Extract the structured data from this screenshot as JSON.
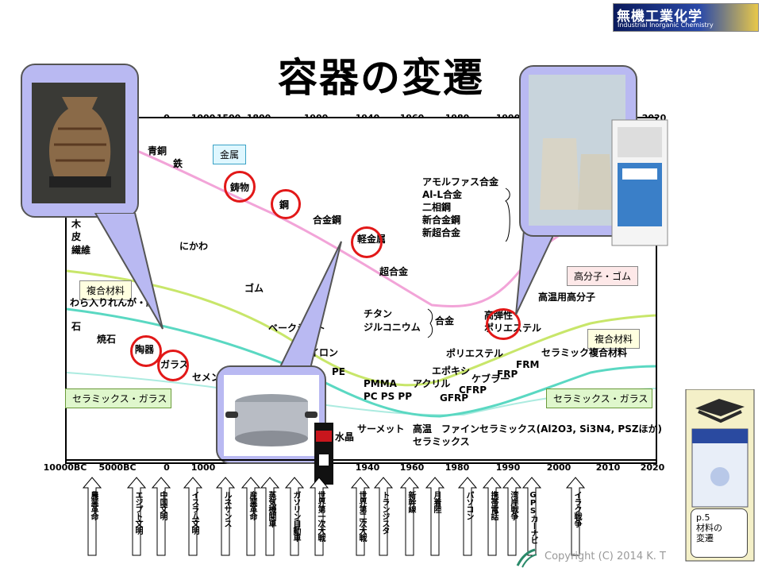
{
  "header": {
    "title": "容器の変遷",
    "brand_main": "無機工業化学",
    "brand_sub": "Industrial Inorganic Chemistry"
  },
  "axis_top": {
    "ticks": [
      "0",
      "1000",
      "1500",
      "1800",
      "1900",
      "1940",
      "1960",
      "1980",
      "1990",
      "2020"
    ]
  },
  "axis_bottom": {
    "ticks": [
      "10000BC",
      "5000BC",
      "0",
      "1000",
      "1940",
      "1960",
      "1980",
      "1990",
      "2000",
      "2010",
      "2020"
    ]
  },
  "categories": {
    "metal": "金属",
    "composite_left": "複合材料",
    "polymer_rubber": "高分子・ゴム",
    "composite_right": "複合材料",
    "ceramics_left": "セラミックス・ガラス",
    "ceramics_right": "セラミックス・ガラス"
  },
  "materials": {
    "bronze": "青銅",
    "iron": "鉄",
    "casting": "鋳物",
    "steel": "鋼",
    "alloy_steel": "合金鋼",
    "light_alloy": "軽金属",
    "superalloy": "超合金",
    "wood": "木",
    "leather": "皮",
    "fiber": "繊維",
    "glue": "にかわ",
    "rubber": "ゴム",
    "straw_brick": "わら入りれんが・紙",
    "bakelite": "ベークライト",
    "stone": "石",
    "fired_stone": "焼石",
    "pottery": "陶器",
    "glass": "ガラス",
    "cement": "セメント",
    "nylon": "ナイロン",
    "pe": "PE",
    "pmma": "PMMA",
    "pc_ps_pp": "PC PS PP",
    "titanium": "チタン",
    "zirconium": "ジルコニウム",
    "alloy": "合金",
    "amorphous_alloy": "アモルファス合金",
    "al_l_alloy": "Al-L合金",
    "dual_phase_steel": "二相鋼",
    "new_alloy_steel": "新合金鋼",
    "new_superalloy": "新超合金",
    "high_elastic": "高弾性",
    "polyester_a": "ポリエステル",
    "polyester_b": "ポリエステル",
    "epoxy": "エポキシ",
    "kevlar": "ケブラー",
    "acrylic": "アクリル",
    "frp": "FRP",
    "frm": "FRM",
    "cfrp": "CFRP",
    "gfrp": "GFRP",
    "high_temp_polymer": "高温用高分子",
    "ceramic_composite": "セラミック複合材料",
    "water_glass": "水晶",
    "cermet": "サーメット",
    "high_temp": "高温",
    "fine_ceramics": "ファインセラミックス(Al2O3, Si3N4, PSZほか)",
    "ceramics": "セラミックス"
  },
  "events": [
    "農業革命",
    "エジプト文明",
    "中国文明",
    "イスラム文明",
    "ルネサンス",
    "産業革命",
    "蒸気機関車",
    "ガソリン自動車",
    "世界第一次大戦",
    "世界第二次大戦",
    "トランジスタ",
    "新幹線",
    "月着陸",
    "パソコン",
    "携帯電話",
    "湾岸戦争",
    "GPSカーナビ",
    "イラク戦争"
  ],
  "note": {
    "page": "p.5",
    "text": "材料の変遷"
  },
  "footer": {
    "copyright": "Copyright (C) 2014 K. T"
  }
}
